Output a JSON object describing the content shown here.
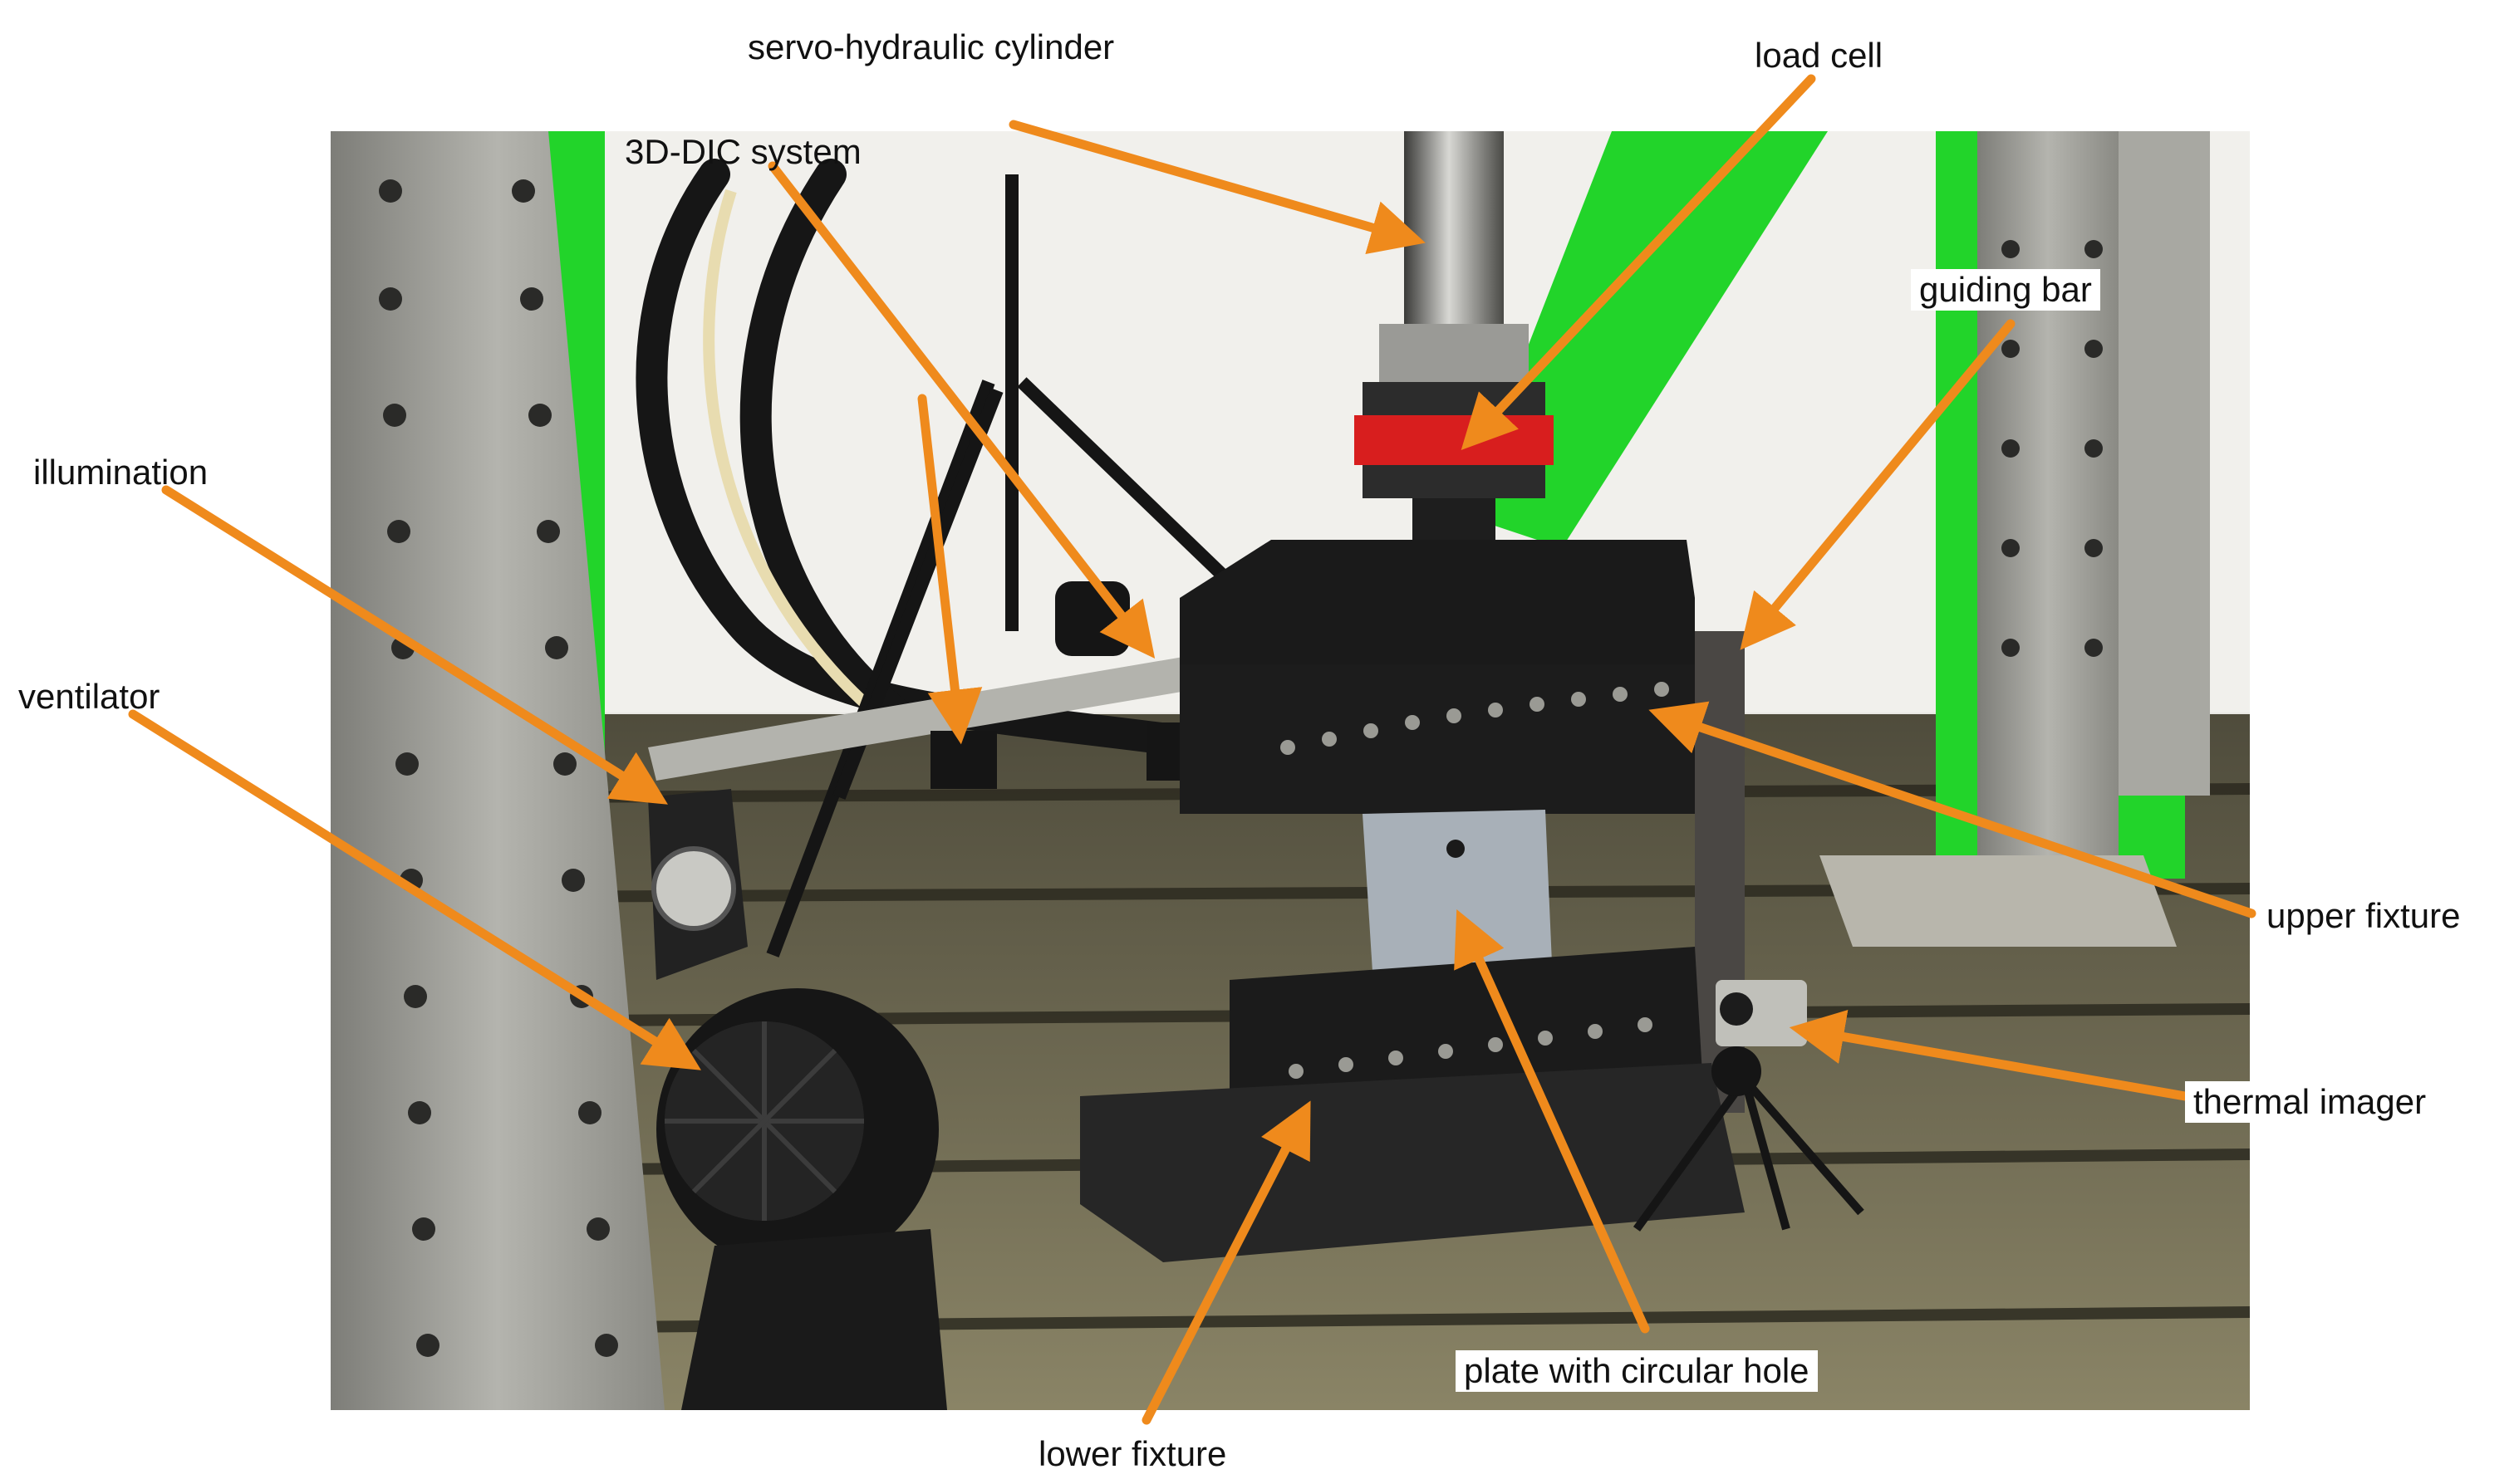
{
  "labels": {
    "servo_hydraulic_cylinder": "servo-hydraulic cylinder",
    "load_cell": "load cell",
    "dic_system": "3D-DIC system",
    "guiding_bar": "guiding bar",
    "illumination": "illumination",
    "ventilator": "ventilator",
    "upper_fixture": "upper fixture",
    "thermal_imager": "thermal imager",
    "plate_with_circular_hole": "plate with circular hole",
    "lower_fixture": "lower fixture"
  },
  "colors": {
    "arrow": "#ef8a1c",
    "frame_green": "#22d42a",
    "steel": "#9a9a94",
    "table": "#6e6a52",
    "fixture_black": "#1a1a1a",
    "load_cell_red": "#d81e1e",
    "background": "#ffffff"
  }
}
